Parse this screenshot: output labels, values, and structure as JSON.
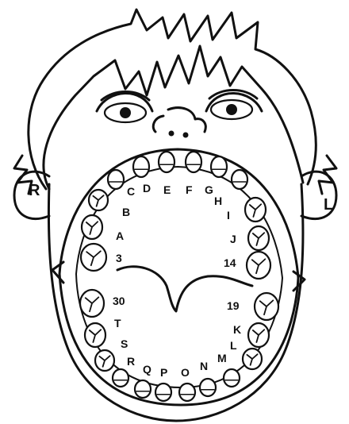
{
  "side_labels": {
    "right": "R",
    "left": "L"
  },
  "upper_teeth_labels": [
    "3",
    "A",
    "B",
    "C",
    "D",
    "E",
    "F",
    "G",
    "H",
    "I",
    "J",
    "14"
  ],
  "lower_teeth_labels": [
    "30",
    "T",
    "S",
    "R",
    "Q",
    "P",
    "O",
    "N",
    "M",
    "L",
    "K",
    "19"
  ],
  "colors": {
    "ink": "#111111",
    "background": "#ffffff"
  }
}
